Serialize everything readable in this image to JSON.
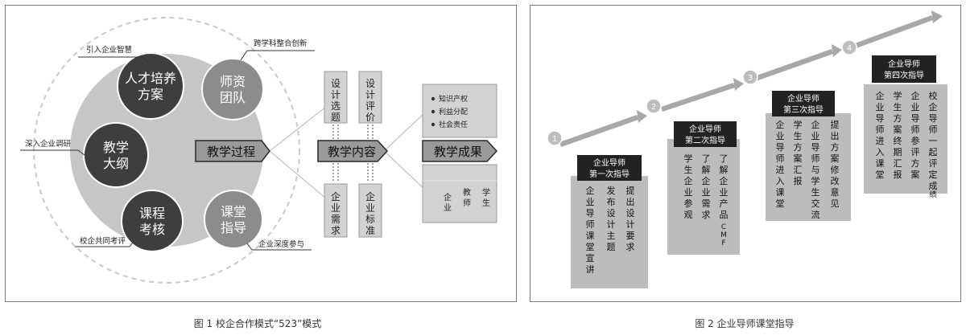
{
  "figure1": {
    "caption": "图 1   校企合作模式“523”模式",
    "circles": [
      {
        "label": "人才培养方案",
        "line1": "人才培养",
        "line2": "方案"
      },
      {
        "label": "师资团队",
        "line1": "师资",
        "line2": "团队"
      },
      {
        "label": "教学大纲",
        "line1": "教学",
        "line2": "大纲"
      },
      {
        "label": "课程考核",
        "line1": "课程",
        "line2": "考核"
      },
      {
        "label": "课堂指导",
        "line1": "课堂",
        "line2": "指导"
      }
    ],
    "annotations": {
      "top_left": "引入企业智慧",
      "top_right": "跨学科整合创新",
      "left": "深入企业调研",
      "bottom_left": "校企共同考评",
      "bottom_right": "企业深度参与"
    },
    "process": {
      "teaching_process": "教学过程",
      "teaching_content": "教学内容",
      "teaching_outcome": "教学成果"
    },
    "boxes": {
      "design_topic": "设计选题",
      "design_eval": "设计评价",
      "enterprise_demand": "企业需求",
      "enterprise_standard": "企业标准"
    },
    "outcome_items": [
      "知识产权",
      "利益分配",
      "社会责任"
    ],
    "outcome_bottom": [
      "学生",
      "教师",
      "企业"
    ]
  },
  "figure2": {
    "caption": "图 2   企业导师课堂指导",
    "steps": [
      {
        "number": "1",
        "title1": "企业导师",
        "title2": "第一次指导",
        "items": [
          "提出设计要求",
          "发布设计主题",
          "企业导师课堂宣讲"
        ]
      },
      {
        "number": "2",
        "title1": "企业导师",
        "title2": "第二次指导",
        "items": [
          "了解企业产品CMF",
          "了解企业需求",
          "学生企业参观"
        ]
      },
      {
        "number": "3",
        "title1": "企业导师",
        "title2": "第三次指导",
        "items": [
          "提出方案修改意见",
          "企业导师与学生交流",
          "学生方案汇报",
          "企业导师进入课堂"
        ]
      },
      {
        "number": "4",
        "title1": "企业导师",
        "title2": "第四次指导",
        "items": [
          "校企导师一起评定成绩",
          "企业导师参评方案",
          "学生方案终期汇报",
          "企业导师进入课堂"
        ]
      }
    ]
  }
}
